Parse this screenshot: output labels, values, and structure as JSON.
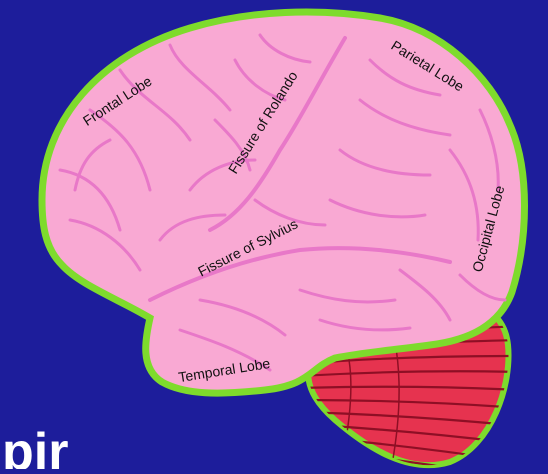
{
  "diagram": {
    "labels": {
      "frontal_lobe": "Frontal Lobe",
      "fissure_of_rolando": "Fissure of Rolando",
      "parietal_lobe": "Parietal Lobe",
      "fissure_of_sylvius": "Fissure of Sylvius",
      "occipital_lobe": "Occipital Lobe",
      "temporal_lobe": "Temporal Lobe"
    },
    "cropped_caption": "pir"
  },
  "colors": {
    "background": "#1d1d9b",
    "brain_fill": "#f9a9d3",
    "brain_outline": "#7edb2c",
    "gyri_lines": "#e878c8",
    "cerebellum_fill": "#e6334f",
    "cerebellum_lines": "#8e0f25",
    "label_text": "#111111",
    "caption_text": "#ffffff"
  }
}
